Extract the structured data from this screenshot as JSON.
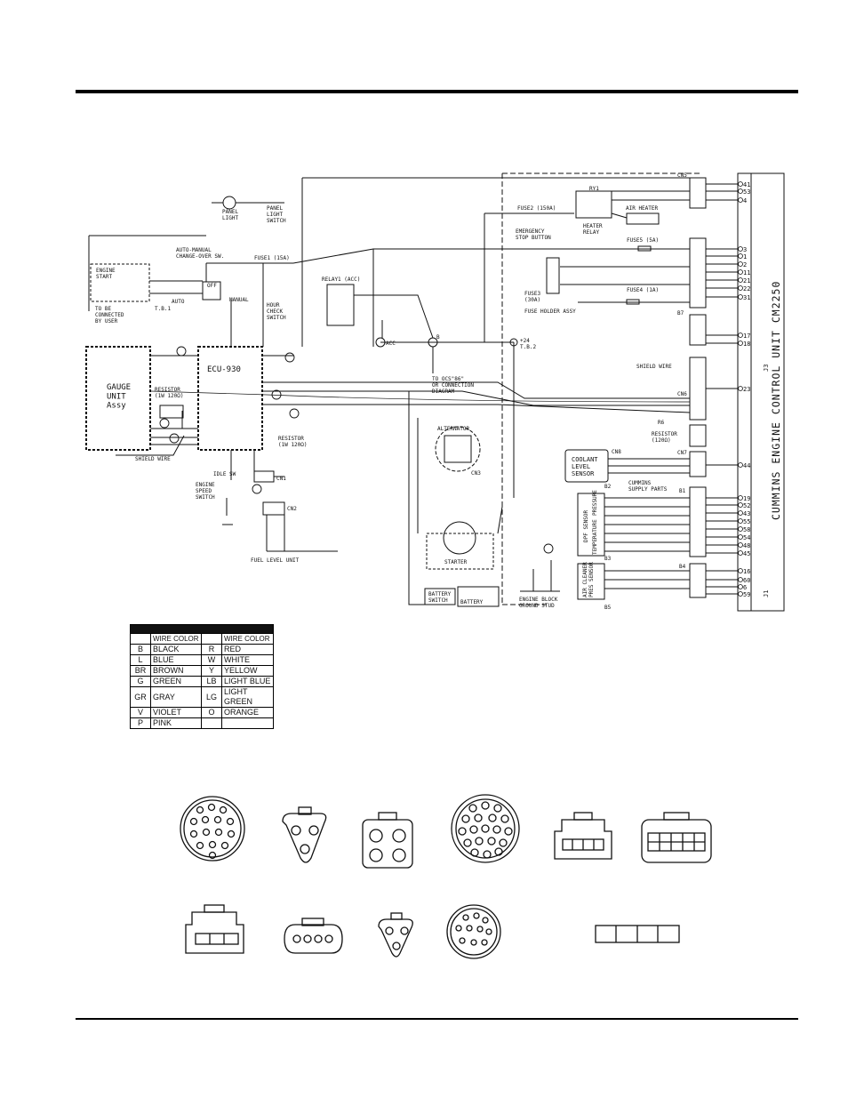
{
  "diagram": {
    "title_vertical": "CUMMINS ENGINE CONTROL UNIT CM2250",
    "ecu_ref": "J3",
    "ecu_ref2": "J1",
    "components": {
      "panel_light": "PANEL\nLIGHT",
      "panel_light_switch": "PANEL\nLIGHT\nSWITCH",
      "auto_manual": "AUTO-MANUAL\nCHANGE-OVER SW.",
      "engine_start": "ENGINE\nSTART",
      "off": "OFF",
      "auto": "AUTO",
      "manual": "MANUAL",
      "tb1": "T.B.1",
      "to_be_connected": "TO BE\nCONNECTED\nBY USER",
      "fuse1": "FUSE1 (15A)",
      "hour_check": "HOUR\nCHECK\nSWITCH",
      "relay1": "RELAY1 (ACC)",
      "gauge_unit": "GAUGE\nUNIT\nAssy",
      "ecu930": "ECU-930",
      "resistor1": "RESISTOR\n(1W 120Ω)",
      "resistor2": "RESISTOR\n(1W 120Ω)",
      "shield_wire": "SHIELD WIRE",
      "idle_sw": "IDLE SW",
      "engine_speed_switch": "ENGINE\nSPEED\nSWITCH",
      "cn1": "CN1",
      "cn2": "CN2",
      "fuel_level_unit": "FUEL LEVEL UNIT",
      "acc": "ACC",
      "b_term": "B",
      "to_ocs": "TO OCS\"86\"\nOR CONNECTION\nDIAGRAM",
      "alternator": "ALTERNATOR",
      "cn3": "CN3",
      "starter": "STARTER",
      "battery_switch": "BATTERY\nSWITCH",
      "battery": "BATTERY",
      "engine_block": "ENGINE BLOCK\nGROUND STUD",
      "tb2": "+24\nT.B.2",
      "fuse2": "FUSE2 (150A)",
      "ry1": "RY1",
      "heater_relay": "HEATER\nRELAY",
      "air_heater": "AIR HEATER",
      "emergency": "EMERGENCY\nSTOP BUTTON",
      "fuse5": "FUSE5 (5A)",
      "fuse3": "FUSE3\n(30A)",
      "fuse_holder": "FUSE HOLDER ASSY",
      "fuse4": "FUSE4 (1A)",
      "cn5": "CN5",
      "cn6": "CN6",
      "cn7": "CN7",
      "cn8": "CN8",
      "resistor3": "RESISTOR\n(120Ω)",
      "shield_wire2": "SHIELD WIRE",
      "coolant": "COOLANT\nLEVEL\nSENSOR",
      "dpf": "DPF SENSOR",
      "pressure": "PRESSURE",
      "temperature": "TEMPERATURE",
      "cummins_supply": "CUMMINS\nSUPPLY PARTS",
      "air_cleaner": "AIR CLEANER\nPRES SENSOR",
      "b1": "B1",
      "b2": "B2",
      "b3": "B3",
      "b4": "B4",
      "b5": "B5",
      "b6": "R6",
      "b7": "B7"
    },
    "ecu_pins_top": [
      "41",
      "53",
      "4",
      "3",
      "1",
      "2",
      "11",
      "21",
      "22",
      "31",
      "17",
      "18",
      "23",
      "44",
      "19",
      "52",
      "43",
      "55",
      "58",
      "54",
      "48",
      "45",
      "16",
      "60",
      "6",
      "59"
    ]
  },
  "legend": {
    "header_left": "WIRE COLOR",
    "header_right": "WIRE COLOR",
    "rows": [
      {
        "code1": "B",
        "name1": "BLACK",
        "code2": "R",
        "name2": "RED"
      },
      {
        "code1": "L",
        "name1": "BLUE",
        "code2": "W",
        "name2": "WHITE"
      },
      {
        "code1": "BR",
        "name1": "BROWN",
        "code2": "Y",
        "name2": "YELLOW"
      },
      {
        "code1": "G",
        "name1": "GREEN",
        "code2": "LB",
        "name2": "LIGHT BLUE"
      },
      {
        "code1": "GR",
        "name1": "GRAY",
        "code2": "LG",
        "name2": "LIGHT GREEN"
      },
      {
        "code1": "V",
        "name1": "VIOLET",
        "code2": "O",
        "name2": "ORANGE"
      },
      {
        "code1": "P",
        "name1": "PINK",
        "code2": "",
        "name2": ""
      }
    ]
  }
}
